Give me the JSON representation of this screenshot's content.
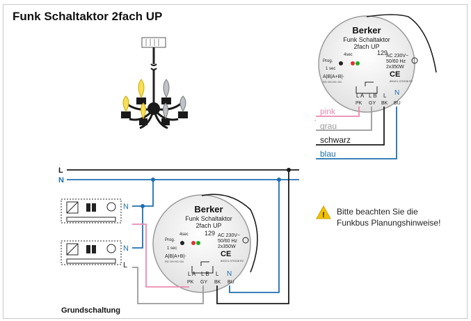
{
  "title": "Funk Schaltaktor 2fach UP",
  "subtitle": "Grundschaltung",
  "note": {
    "line1": "Bitte beachten Sie die",
    "line2": "Funkbus Planungshinweise!"
  },
  "device": {
    "brand": "Berker",
    "name_line1": "Funk Schaltaktor",
    "name_line2": "2fach UP",
    "number": "129",
    "prog_label": "Prog.",
    "sec4": "4sec",
    "sec1": "1 sec",
    "ab_label": "A|B|A+B|-",
    "ab_sub": "RD GN RD GN",
    "spec1": "AC 230V~",
    "spec2": "50/60 Hz",
    "spec3": "2x350W",
    "ce": "CE",
    "code": "8502/1-070338 R2",
    "term_la": "L A",
    "term_lb": "L B",
    "term_l": "L",
    "term_n": "N",
    "term_pk": "PK",
    "term_gy": "GY",
    "term_bk": "BK",
    "term_bu": "BU"
  },
  "wires": {
    "pink": "pink",
    "grau": "grau",
    "schwarz": "schwarz",
    "blau": "blau"
  },
  "lines": {
    "L": "L",
    "N": "N",
    "N_upper": "N",
    "N_lower": "N",
    "L_lower": "L"
  },
  "colors": {
    "pink": "#e98ab0",
    "grau": "#9a9a9a",
    "schwarz": "#1a1a1a",
    "blau": "#1f6fb0",
    "warning": "#f2c200"
  }
}
